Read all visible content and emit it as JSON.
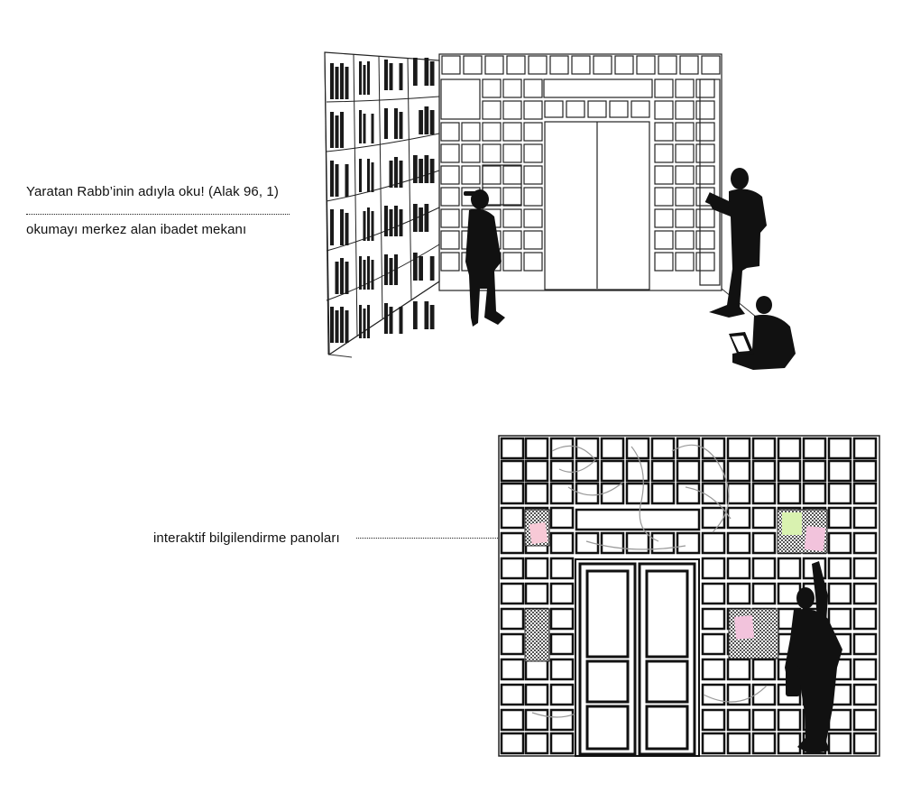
{
  "top_scene": {
    "quote": "Yaratan Rabb’inin adıyla oku! (Alak 96, 1)",
    "subtitle": "okumayı merkez alan ibadet mekanı"
  },
  "bottom_scene": {
    "callout": "interaktif bilgilendirme panoları",
    "colors": {
      "note_pink": "#f7c9d6",
      "note_green": "#d9f2b0",
      "note_lightpink": "#f2c3dc"
    }
  }
}
